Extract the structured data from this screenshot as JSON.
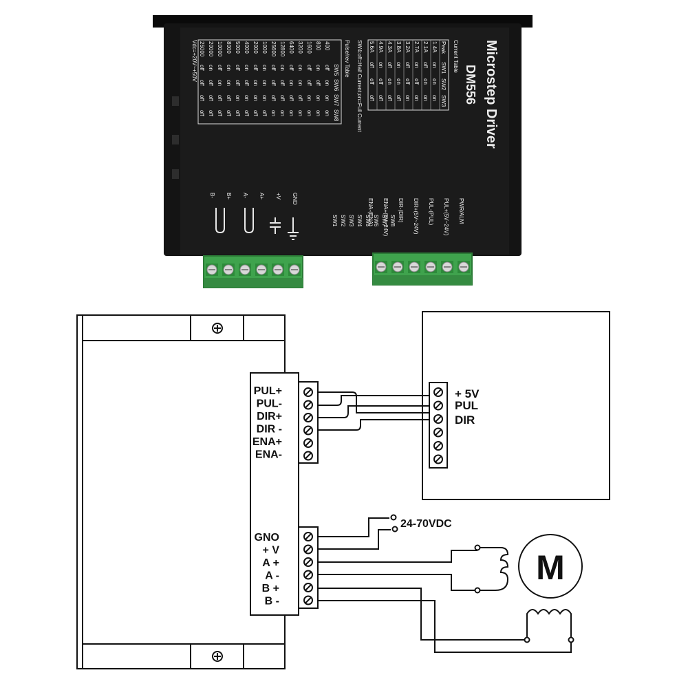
{
  "product": {
    "title": "Microstep Driver",
    "model": "DM556",
    "voltage_note": "Vdc=+20V~+50V",
    "current_table_title": "Current Table",
    "current_table": {
      "headers": [
        "Peak",
        "SW1",
        "SW2",
        "SW3"
      ],
      "rows": [
        [
          "1.4A",
          "on",
          "on",
          "on"
        ],
        [
          "2.1A",
          "off",
          "on",
          "on"
        ],
        [
          "2.7A",
          "on",
          "off",
          "on"
        ],
        [
          "3.2A",
          "off",
          "off",
          "on"
        ],
        [
          "3.8A",
          "on",
          "on",
          "off"
        ],
        [
          "4.3A",
          "off",
          "on",
          "off"
        ],
        [
          "4.9A",
          "on",
          "off",
          "off"
        ],
        [
          "5.6A",
          "off",
          "off",
          "off"
        ]
      ]
    },
    "sw4_note": "SW4:off=Half Current;on=Full Current",
    "pulse_table_title": "Pulse/rev Table",
    "pulse_table": {
      "headers": [
        "SW5",
        "SW6",
        "SW7",
        "SW8"
      ],
      "rows": [
        [
          "400",
          "off",
          "on",
          "on",
          "on"
        ],
        [
          "800",
          "on",
          "off",
          "on",
          "on"
        ],
        [
          "1600",
          "off",
          "off",
          "on",
          "on"
        ],
        [
          "3200",
          "on",
          "on",
          "off",
          "on"
        ],
        [
          "6400",
          "off",
          "on",
          "off",
          "on"
        ],
        [
          "12800",
          "on",
          "off",
          "off",
          "on"
        ],
        [
          "25600",
          "off",
          "off",
          "off",
          "on"
        ],
        [
          "1000",
          "on",
          "on",
          "on",
          "off"
        ],
        [
          "2000",
          "off",
          "on",
          "on",
          "off"
        ],
        [
          "4000",
          "on",
          "off",
          "on",
          "off"
        ],
        [
          "5000",
          "off",
          "off",
          "on",
          "off"
        ],
        [
          "8000",
          "on",
          "on",
          "off",
          "off"
        ],
        [
          "10000",
          "off",
          "on",
          "off",
          "off"
        ],
        [
          "20000",
          "on",
          "off",
          "off",
          "off"
        ],
        [
          "25000",
          "off",
          "off",
          "off",
          "off"
        ]
      ]
    },
    "switch_labels": [
      "SW8",
      "SW7",
      "SW6",
      "SW5",
      "SW4",
      "SW3",
      "SW2",
      "SW1"
    ],
    "signal_labels": [
      "PWR/ALM",
      "PUL+(5V~24V)",
      "PUL-(PUL)",
      "DIR+(5V~24V)",
      "DIR-(DIR)",
      "ENA+(5V~24V)",
      "ENA-(ENA)"
    ],
    "power_labels": [
      "GND",
      "+V",
      "A+",
      "A-",
      "B+",
      "B-"
    ]
  },
  "diagram": {
    "driver_signal_terminals": [
      "PUL+",
      "PUL-",
      "DIR+",
      "DIR -",
      "ENA+",
      "ENA-"
    ],
    "driver_power_terminals": [
      "GNO",
      "+ V",
      "A +",
      "A -",
      "B +",
      "B -"
    ],
    "controller_labels": [
      "+ 5V",
      "PUL",
      "DIR"
    ],
    "supply_label": "24-70VDC",
    "motor_label": "M"
  },
  "colors": {
    "driver_body": "#111111",
    "terminal_green": "#3fa34d",
    "line": "#111111"
  },
  "icons": [
    "screw-icon",
    "motor-icon",
    "coil-icon",
    "capacitor-icon",
    "ground-icon"
  ]
}
